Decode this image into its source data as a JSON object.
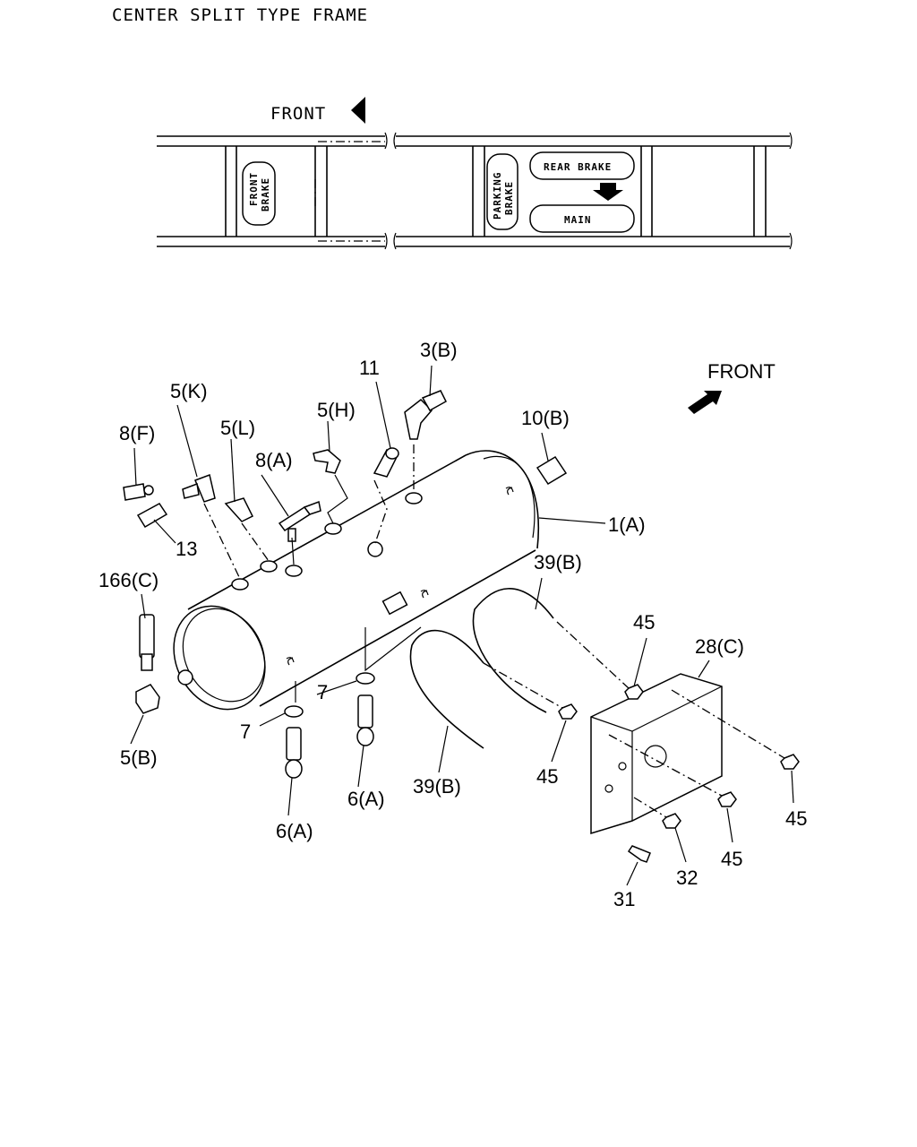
{
  "header": {
    "title": "CENTER SPLIT TYPE FRAME"
  },
  "frame_diagram": {
    "front_label": "FRONT",
    "tanks": {
      "front_brake_line1": "FRONT",
      "front_brake_line2": "BRAKE",
      "parking_brake_line1": "PARKING",
      "parking_brake_line2": "BRAKE",
      "rear_brake": "REAR BRAKE",
      "main": "MAIN"
    }
  },
  "exploded_view": {
    "front_label": "FRONT",
    "callouts": {
      "p3b": "3(B)",
      "p11": "11",
      "p5k": "5(K)",
      "p5h": "5(H)",
      "p5l": "5(L)",
      "p8f": "8(F)",
      "p8a": "8(A)",
      "p10b": "10(B)",
      "p1a": "1(A)",
      "p13": "13",
      "p166c": "166(C)",
      "p39b_top": "39(B)",
      "p45_a": "45",
      "p28c": "28(C)",
      "p7_a": "7",
      "p7_b": "7",
      "p5b": "5(B)",
      "p6a_a": "6(A)",
      "p6a_b": "6(A)",
      "p39b_bot": "39(B)",
      "p45_b": "45",
      "p45_c": "45",
      "p45_d": "45",
      "p32": "32",
      "p31": "31"
    }
  }
}
